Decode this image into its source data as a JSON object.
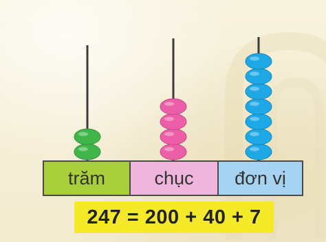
{
  "columns": [
    {
      "label": "trăm",
      "bead_count": 2,
      "bead_color": "#3fb54a"
    },
    {
      "label": "chục",
      "bead_count": 4,
      "bead_color": "#ec5fa8"
    },
    {
      "label": "đơn vị",
      "bead_count": 7,
      "bead_color": "#1ea8e6"
    }
  ],
  "equation": "247 = 200 + 40 + 7",
  "colors": {
    "tram_cell": "#a8cf3a",
    "chuc_cell": "#efb5dc",
    "donvi_cell": "#a6d3f2",
    "equation_highlight": "#f5ea28",
    "rod": "#3a3a3a"
  }
}
